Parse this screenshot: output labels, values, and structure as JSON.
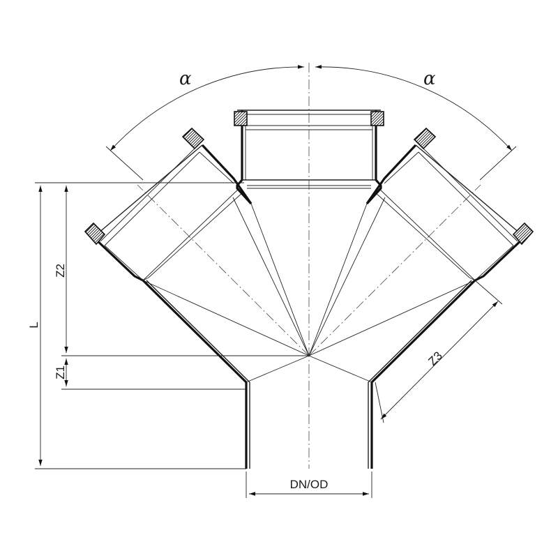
{
  "labels": {
    "alpha_left": "α",
    "alpha_right": "α",
    "dim_L": "L",
    "dim_z1": "Z1",
    "dim_z2": "Z2",
    "dim_z3": "Z3",
    "dim_dn": "DN/OD"
  },
  "icons": {
    "seal": "rubber-seal-ring-icon",
    "arrow": "dimension-arrow-icon"
  }
}
